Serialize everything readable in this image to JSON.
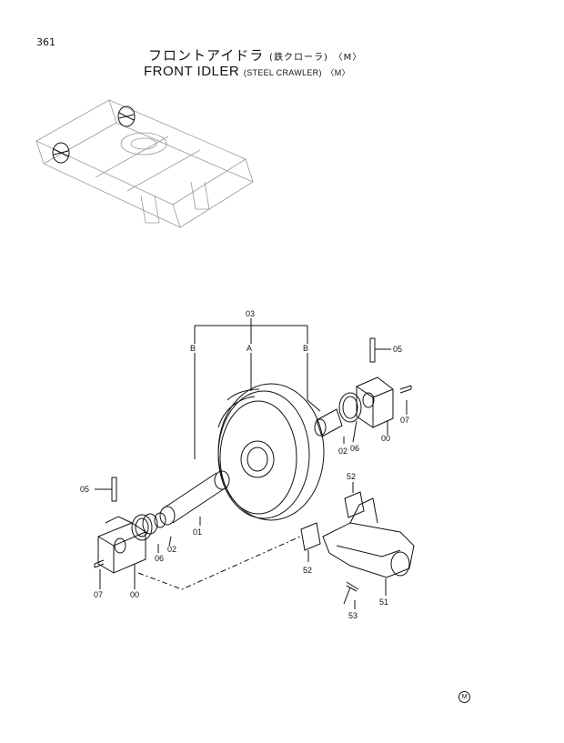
{
  "page_number": "361",
  "title_jp": {
    "main": "フロントアイドラ",
    "sub": "(鉄クローラ)",
    "variant": "〈M〉"
  },
  "title_en": {
    "main": "FRONT  IDLER",
    "sub": "(STEEL CRAWLER)",
    "variant": "〈M〉"
  },
  "labels": {
    "p03": "03",
    "pA": "A",
    "pB_left": "B",
    "pB_right": "B",
    "p05_right": "05",
    "p07_right": "07",
    "p00_right": "00",
    "p06_right": "06",
    "p02_right": "02",
    "p05_left": "05",
    "p01": "01",
    "p02_left": "02",
    "p06_left": "06",
    "p07_left": "07",
    "p00_left": "00",
    "p52_top": "52",
    "p52_bottom": "52",
    "p51": "51",
    "p53": "53"
  },
  "mark": "M"
}
